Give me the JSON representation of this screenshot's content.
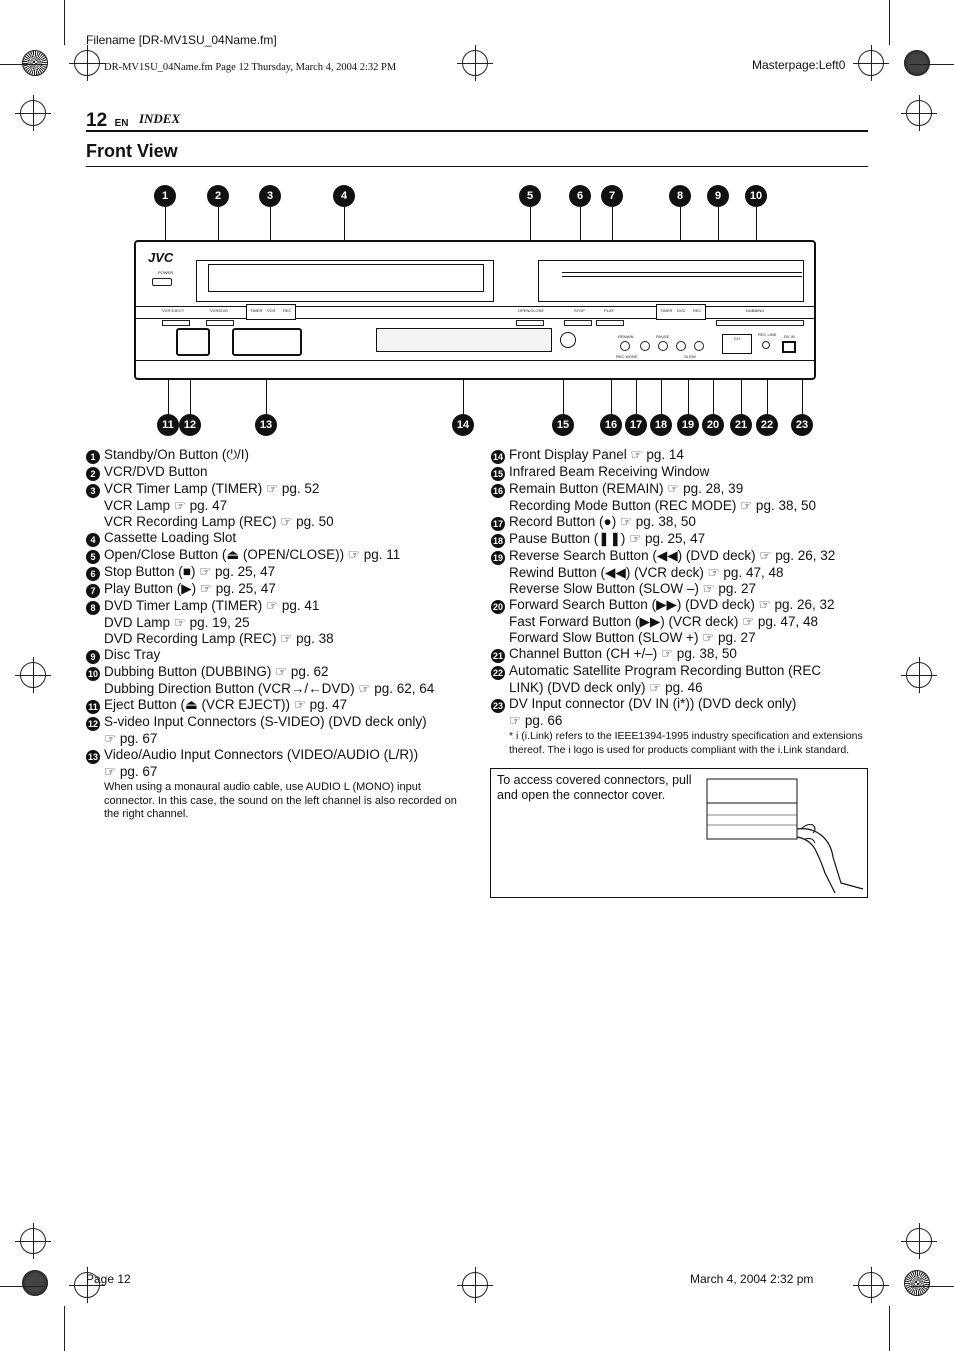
{
  "header": {
    "filename": "Filename [DR-MV1SU_04Name.fm]",
    "fileinfo": "DR-MV1SU_04Name.fm  Page 12  Thursday, March 4, 2004  2:32 PM",
    "masterpage": "Masterpage:Left0",
    "page_number": "12",
    "lang": "EN",
    "section": "INDEX"
  },
  "title": "Front View",
  "device": {
    "brand": "JVC",
    "labels": {
      "power": "POWER",
      "vcr_eject": "VCR EJECT",
      "vcr_dvd": "VCR/DVD",
      "timer": "TIMER",
      "vcr": "VCR",
      "rec": "REC",
      "open_close": "OPEN/CLOSE",
      "stop": "STOP",
      "play": "PLAY",
      "dvd": "DVD",
      "dubbing": "DUBBING",
      "remain": "REMAIN",
      "pause": "PAUSE",
      "ch": "CH",
      "rec_link": "REC LINK",
      "dv_in": "DV IN",
      "rec_mode": "REC MODE",
      "slow": "SLOW"
    }
  },
  "callouts_top": [
    "1",
    "2",
    "3",
    "4",
    "5",
    "6",
    "7",
    "8",
    "9",
    "10"
  ],
  "callouts_bottom": [
    "11",
    "12",
    "13",
    "14",
    "15",
    "16",
    "17",
    "18",
    "19",
    "20",
    "21",
    "22",
    "23"
  ],
  "left_items": [
    {
      "n": "1",
      "lines": [
        "Standby/On Button (⏻/I)"
      ]
    },
    {
      "n": "2",
      "lines": [
        "VCR/DVD Button"
      ]
    },
    {
      "n": "3",
      "lines": [
        "VCR Timer Lamp (TIMER) ☞ pg. 52",
        "VCR Lamp ☞ pg. 47",
        "VCR Recording Lamp (REC) ☞ pg. 50"
      ]
    },
    {
      "n": "4",
      "lines": [
        "Cassette Loading Slot"
      ]
    },
    {
      "n": "5",
      "lines": [
        "Open/Close Button (⏏ (OPEN/CLOSE)) ☞ pg. 11"
      ]
    },
    {
      "n": "6",
      "lines": [
        "Stop Button (■) ☞ pg. 25, 47"
      ]
    },
    {
      "n": "7",
      "lines": [
        "Play Button (▶) ☞ pg. 25, 47"
      ]
    },
    {
      "n": "8",
      "lines": [
        "DVD Timer Lamp (TIMER) ☞ pg. 41",
        "DVD Lamp ☞ pg. 19, 25",
        "DVD Recording Lamp (REC) ☞ pg. 38"
      ]
    },
    {
      "n": "9",
      "lines": [
        "Disc Tray"
      ]
    },
    {
      "n": "10",
      "lines": [
        "Dubbing Button (DUBBING) ☞ pg. 62",
        "Dubbing Direction Button (VCR→/←DVD) ☞ pg. 62, 64"
      ]
    },
    {
      "n": "11",
      "lines": [
        "Eject Button (⏏ (VCR EJECT)) ☞ pg. 47"
      ]
    },
    {
      "n": "12",
      "lines": [
        "S-video Input Connectors (S-VIDEO) (DVD deck only)",
        "☞ pg. 67"
      ]
    },
    {
      "n": "13",
      "lines": [
        "Video/Audio Input Connectors (VIDEO/AUDIO (L/R))",
        "☞ pg. 67"
      ]
    }
  ],
  "left_note": "When using a monaural audio cable, use AUDIO L (MONO) input connector. In this case, the sound on the left channel is also recorded on the right channel.",
  "right_items": [
    {
      "n": "14",
      "lines": [
        "Front Display Panel ☞ pg. 14"
      ]
    },
    {
      "n": "15",
      "lines": [
        "Infrared Beam Receiving Window"
      ]
    },
    {
      "n": "16",
      "lines": [
        "Remain Button (REMAIN) ☞ pg. 28, 39",
        "Recording Mode Button (REC MODE) ☞ pg. 38, 50"
      ]
    },
    {
      "n": "17",
      "lines": [
        "Record Button (●) ☞ pg. 38, 50"
      ]
    },
    {
      "n": "18",
      "lines": [
        "Pause Button (❚❚) ☞ pg. 25, 47"
      ]
    },
    {
      "n": "19",
      "lines": [
        "Reverse Search Button (◀◀) (DVD deck) ☞ pg. 26, 32",
        "Rewind Button (◀◀) (VCR deck) ☞ pg. 47, 48",
        "Reverse Slow Button (SLOW –) ☞ pg. 27"
      ]
    },
    {
      "n": "20",
      "lines": [
        "Forward Search Button (▶▶) (DVD deck) ☞ pg. 26, 32",
        "Fast Forward Button (▶▶) (VCR deck) ☞ pg. 47, 48",
        "Forward Slow Button (SLOW +) ☞ pg. 27"
      ]
    },
    {
      "n": "21",
      "lines": [
        "Channel Button (CH +/–) ☞ pg. 38, 50"
      ]
    },
    {
      "n": "22",
      "lines": [
        "Automatic Satellite Program Recording Button (REC",
        "LINK) (DVD deck only) ☞ pg. 46"
      ]
    },
    {
      "n": "23",
      "lines": [
        "DV Input connector (DV IN (i*)) (DVD deck only)",
        "☞ pg. 66"
      ]
    }
  ],
  "right_note": "* i (i.Link) refers to the IEEE1394-1995 industry specification and extensions thereof. The i logo is used for products compliant with the i.Link standard.",
  "box_text": "To access covered connectors, pull and open the connector cover.",
  "footer": {
    "page": "Page 12",
    "date": "March 4, 2004 2:32 pm"
  }
}
